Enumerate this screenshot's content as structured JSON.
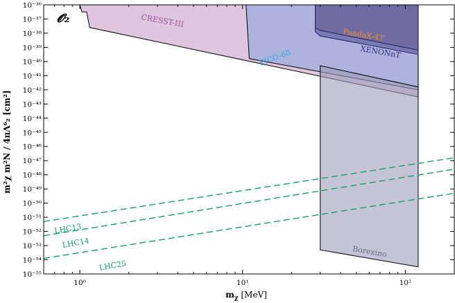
{
  "chart_data": {
    "type": "area",
    "operator_label": "𝓞₂",
    "xlabel": {
      "main": "m",
      "sub": "χ",
      "unit": " [MeV]"
    },
    "ylabel": "m²χ m²N / 4πΛ⁶₂ [cm²]",
    "xscale": "log",
    "yscale": "log",
    "xlim": [
      0.6,
      200
    ],
    "ylim": [
      1e-55,
      1e-36
    ],
    "x_ticks": [
      1,
      10,
      100
    ],
    "x_tick_labels": [
      "10⁰",
      "10¹",
      "10²"
    ],
    "y_tick_exponents": [
      -55,
      -54,
      -53,
      -52,
      -51,
      -50,
      -49,
      -48,
      -47,
      -46,
      -45,
      -44,
      -43,
      -42,
      -41,
      -40,
      -39,
      -38,
      -37,
      -36
    ],
    "regions": [
      {
        "name": "CRESST-III",
        "fill": "#c9a0c9",
        "stroke": "#000000",
        "label_color": "#9b4f9b",
        "boundary": [
          [
            0.6,
            -36
          ],
          [
            1.0,
            -36
          ],
          [
            1.03,
            -36.5
          ],
          [
            1.1,
            -36.5
          ],
          [
            1.15,
            -37.6
          ],
          [
            120,
            -42.5
          ],
          [
            120,
            -36
          ]
        ]
      },
      {
        "name": "PICO-60",
        "fill": "#8ea6de",
        "stroke": "#000000",
        "label_color": "#29aae1",
        "boundary": [
          [
            10.5,
            -36
          ],
          [
            11,
            -39.8
          ],
          [
            120,
            -42
          ],
          [
            120,
            -36
          ]
        ]
      },
      {
        "name": "XENONnT",
        "fill": "#54558f",
        "stroke": "#1e1f6e",
        "label_color": "#2b2d7f",
        "boundary": [
          [
            28,
            -36
          ],
          [
            28,
            -37.9
          ],
          [
            30,
            -38.2
          ],
          [
            120,
            -39.5
          ],
          [
            120,
            -36
          ]
        ]
      },
      {
        "name": "PandaX-4T",
        "fill": "#6b6096",
        "stroke": "#1e1f6e",
        "label_color": "#f28e2b",
        "boundary": [
          [
            28,
            -36
          ],
          [
            28,
            -37.6
          ],
          [
            30,
            -37.8
          ],
          [
            120,
            -39.2
          ],
          [
            120,
            -36
          ]
        ]
      },
      {
        "name": "Borexino",
        "fill": "#9d9dba",
        "stroke": "#000000",
        "label_color": "#6a6a8e",
        "boundary": [
          [
            30,
            -53.3
          ],
          [
            30,
            -40.3
          ],
          [
            120,
            -41.8
          ],
          [
            120,
            -54.5
          ]
        ]
      }
    ],
    "series": [
      {
        "name": "LHC13",
        "color": "#14a065",
        "dash": "9,5",
        "x": [
          0.6,
          200
        ],
        "y_exp": [
          -51.3,
          -46.8
        ]
      },
      {
        "name": "LHC14",
        "color": "#14a065",
        "dash": "9,5",
        "x": [
          0.6,
          200
        ],
        "y_exp": [
          -52.3,
          -47.6
        ]
      },
      {
        "name": "LHC25",
        "color": "#14a065",
        "dash": "9,5",
        "x": [
          0.6,
          200
        ],
        "y_exp": [
          -53.9,
          -49.3
        ]
      }
    ],
    "region_label_anchors": [
      {
        "name": "CRESST-III",
        "x": 3.2,
        "y_exp": -37.3,
        "angle": 10
      },
      {
        "name": "PICO-60",
        "x": 16,
        "y_exp": -39.9,
        "angle": -20
      },
      {
        "name": "PandaX-4T",
        "x": 55,
        "y_exp": -38.3,
        "angle": 10
      },
      {
        "name": "XENONnT",
        "x": 70,
        "y_exp": -39.5,
        "angle": 10
      },
      {
        "name": "Borexino",
        "x": 60,
        "y_exp": -53.6,
        "angle": 10
      }
    ],
    "line_label_anchors": [
      {
        "name": "LHC13",
        "x": 0.85,
        "y_exp": -51.3,
        "angle": -10
      },
      {
        "name": "LHC14",
        "x": 0.95,
        "y_exp": -52.3,
        "angle": -10
      },
      {
        "name": "LHC25",
        "x": 1.6,
        "y_exp": -53.9,
        "angle": -10
      }
    ]
  }
}
